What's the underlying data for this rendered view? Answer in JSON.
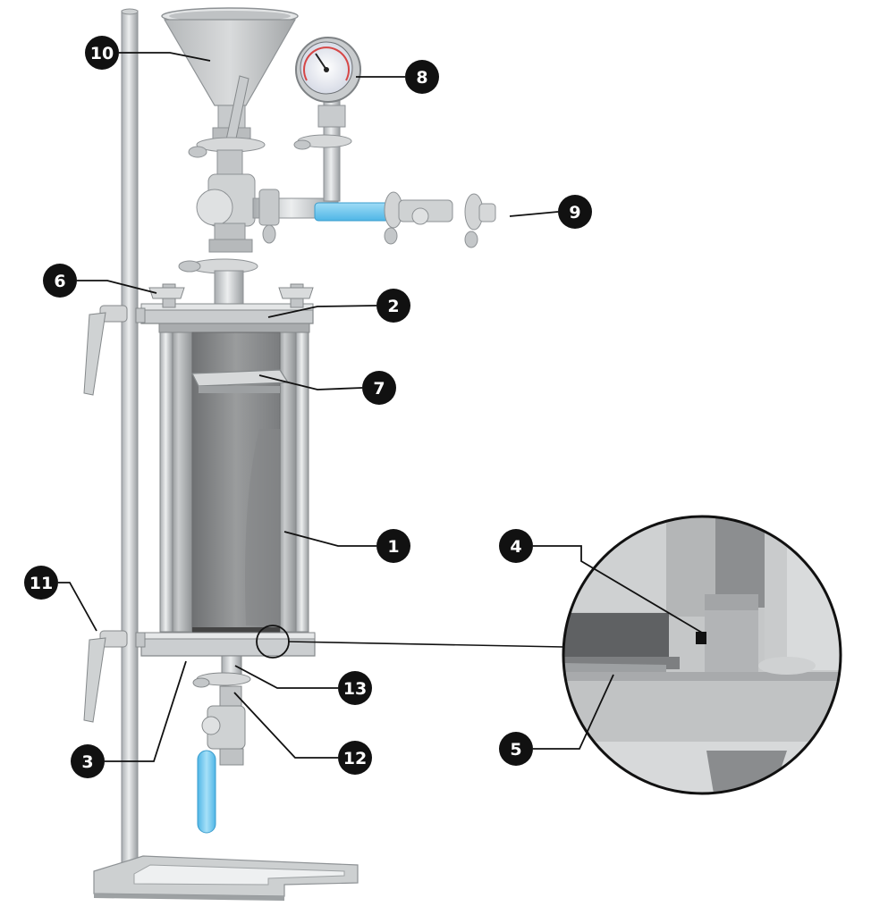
{
  "figure": {
    "type": "labeled-apparatus-diagram",
    "background": "#ffffff",
    "colors": {
      "metal_light": "#d8dadb",
      "metal_mid": "#b9bcbe",
      "metal_dark": "#8d9193",
      "cell_interior": "#8a8a8a",
      "handle_blue": "#6cc6ee",
      "callout_fill": "#111111",
      "callout_text": "#ffffff",
      "leader_line": "#111111"
    },
    "callouts": [
      {
        "label": "10",
        "part": "funnel"
      },
      {
        "label": "8",
        "part": "pressure-gauge"
      },
      {
        "label": "9",
        "part": "gas-inlet-valve"
      },
      {
        "label": "6",
        "part": "lid-clamp-knob"
      },
      {
        "label": "2",
        "part": "top-lid"
      },
      {
        "label": "7",
        "part": "perforated-piston-plate"
      },
      {
        "label": "1",
        "part": "cylinder-cell"
      },
      {
        "label": "4",
        "part": "o-ring"
      },
      {
        "label": "11",
        "part": "stand-clamp"
      },
      {
        "label": "13",
        "part": "bottom-outlet"
      },
      {
        "label": "3",
        "part": "bottom-plate"
      },
      {
        "label": "12",
        "part": "drain-valve"
      },
      {
        "label": "5",
        "part": "filter-membrane"
      }
    ]
  }
}
